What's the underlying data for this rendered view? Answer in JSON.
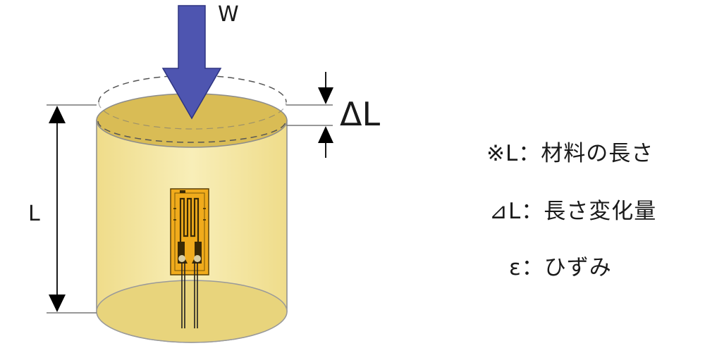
{
  "diagram": {
    "labels": {
      "load": "W",
      "length": "L",
      "delta": "ΔL"
    },
    "legend": [
      {
        "text": "※L：材料の長さ"
      },
      {
        "text": "⊿L：長さ変化量"
      },
      {
        "text": "ε：ひずみ"
      }
    ],
    "colors": {
      "cylinder_body": "#f4e7a1",
      "cylinder_top": "#d9bc55",
      "cylinder_bottom": "#e6d27a",
      "outline": "#8c8c8c",
      "arrow": "#4e55b0",
      "gauge": "#f0ab1c",
      "gauge_dark": "#3a2a05"
    },
    "icons": [
      "down-arrow",
      "strain-gauge"
    ]
  }
}
